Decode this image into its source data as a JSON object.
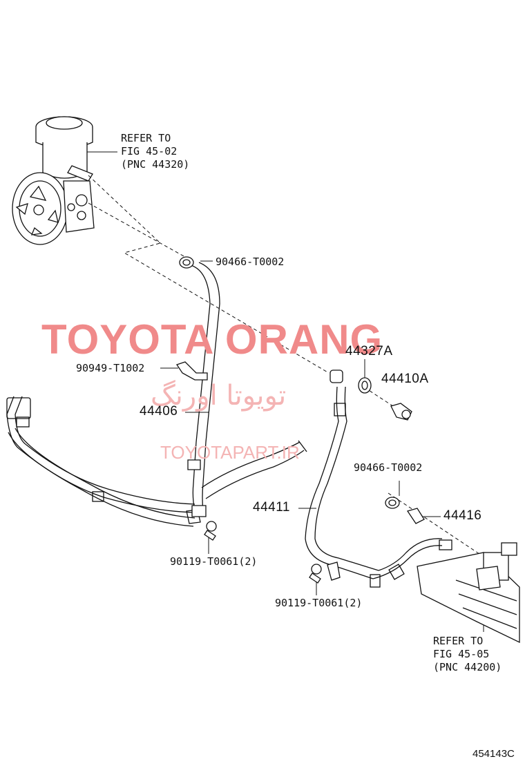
{
  "colors": {
    "line": "#111111",
    "watermark": "#f08a8a",
    "watermark_light": "#f4b4b4"
  },
  "watermark": {
    "brand": "TOYOTA ORANG",
    "persian": "تویوتا اورنگ",
    "url": "TOYOTAPART.IR"
  },
  "refs": {
    "pump": [
      "REFER TO",
      "FIG 45-02",
      "(PNC 44320)"
    ],
    "gear": [
      "REFER TO",
      "FIG 45-05",
      "(PNC 44200)"
    ]
  },
  "parts": {
    "clamp_top": "90466-T0002",
    "clip": "90949-T1002",
    "hose_return": "44406",
    "bolt_left": "90119-T0061(2)",
    "gasket": "44327A",
    "union_bolt": "44410A",
    "clamp_right": "90466-T0002",
    "union": "44416",
    "hose_pressure": "44411",
    "bolt_right": "90119-T0061(2)"
  },
  "figure_id": "454143C",
  "icons": {
    "pump": "power-steering-pump-icon",
    "gear": "steering-gear-icon"
  }
}
